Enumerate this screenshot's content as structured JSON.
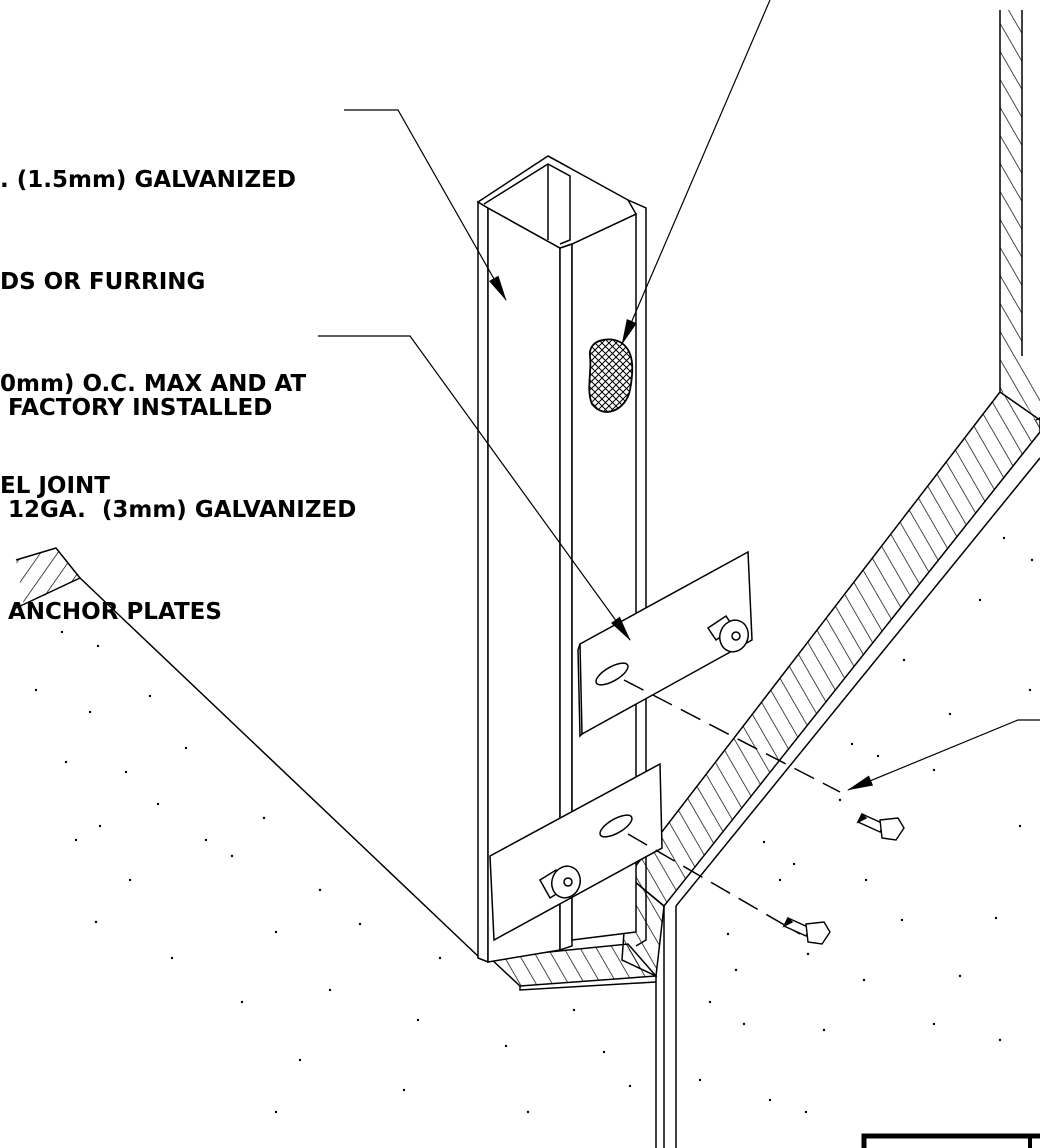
{
  "callouts": {
    "stud": {
      "lines": [
        ". (1.5mm) GALVANIZED",
        "DS OR FURRING",
        "0mm) O.C. MAX AND AT",
        "EL JOINT"
      ]
    },
    "anchor_plates": {
      "lines": [
        "FACTORY INSTALLED",
        "12GA.  (3mm) GALVANIZED",
        "ANCHOR PLATES"
      ]
    }
  },
  "colors": {
    "ink": "#000000",
    "paper": "#ffffff"
  }
}
